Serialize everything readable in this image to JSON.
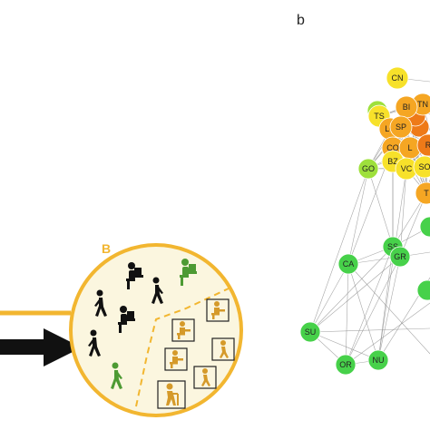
{
  "panel_b_letter": "b",
  "inset_letter": "B",
  "colors": {
    "gold": "#f2b630",
    "circle_fill": "#fbf6df",
    "dark": "#111111",
    "green_icon": "#4d9a33",
    "node_green": "#47d14a",
    "node_lime": "#9ee03c",
    "node_yellow": "#f7e12a",
    "node_orange": "#f5a623",
    "node_deep_orange": "#ee7a18",
    "edge": "#8a8a8a"
  },
  "network": {
    "labeled_nodes": [
      {
        "id": "CN",
        "label": "CN",
        "level": "yellow"
      },
      {
        "id": "TN",
        "label": "TN",
        "level": "orange"
      },
      {
        "id": "BI",
        "label": "BI",
        "level": "orange"
      },
      {
        "id": "TS",
        "label": "TS",
        "level": "yellow"
      },
      {
        "id": "LC",
        "label": "LC",
        "level": "orange"
      },
      {
        "id": "SP",
        "label": "SP",
        "level": "orange"
      },
      {
        "id": "CO",
        "label": "CO",
        "level": "orange"
      },
      {
        "id": "IL",
        "label": "L",
        "level": "orange"
      },
      {
        "id": "R",
        "label": "R",
        "level": "deep"
      },
      {
        "id": "BZ",
        "label": "BZ",
        "level": "yellow"
      },
      {
        "id": "VC",
        "label": "VC",
        "level": "yellow"
      },
      {
        "id": "SO",
        "label": "SO",
        "level": "yellow"
      },
      {
        "id": "GO",
        "label": "GO",
        "level": "lime"
      },
      {
        "id": "T",
        "label": "T",
        "level": "orange"
      },
      {
        "id": "SS",
        "label": "SS",
        "level": "green"
      },
      {
        "id": "GR",
        "label": "GR",
        "level": "green"
      },
      {
        "id": "CA",
        "label": "CA",
        "level": "green"
      },
      {
        "id": "SU",
        "label": "SU",
        "level": "green"
      },
      {
        "id": "OR",
        "label": "OR",
        "level": "green"
      },
      {
        "id": "NU",
        "label": "NU",
        "level": "green"
      }
    ]
  }
}
